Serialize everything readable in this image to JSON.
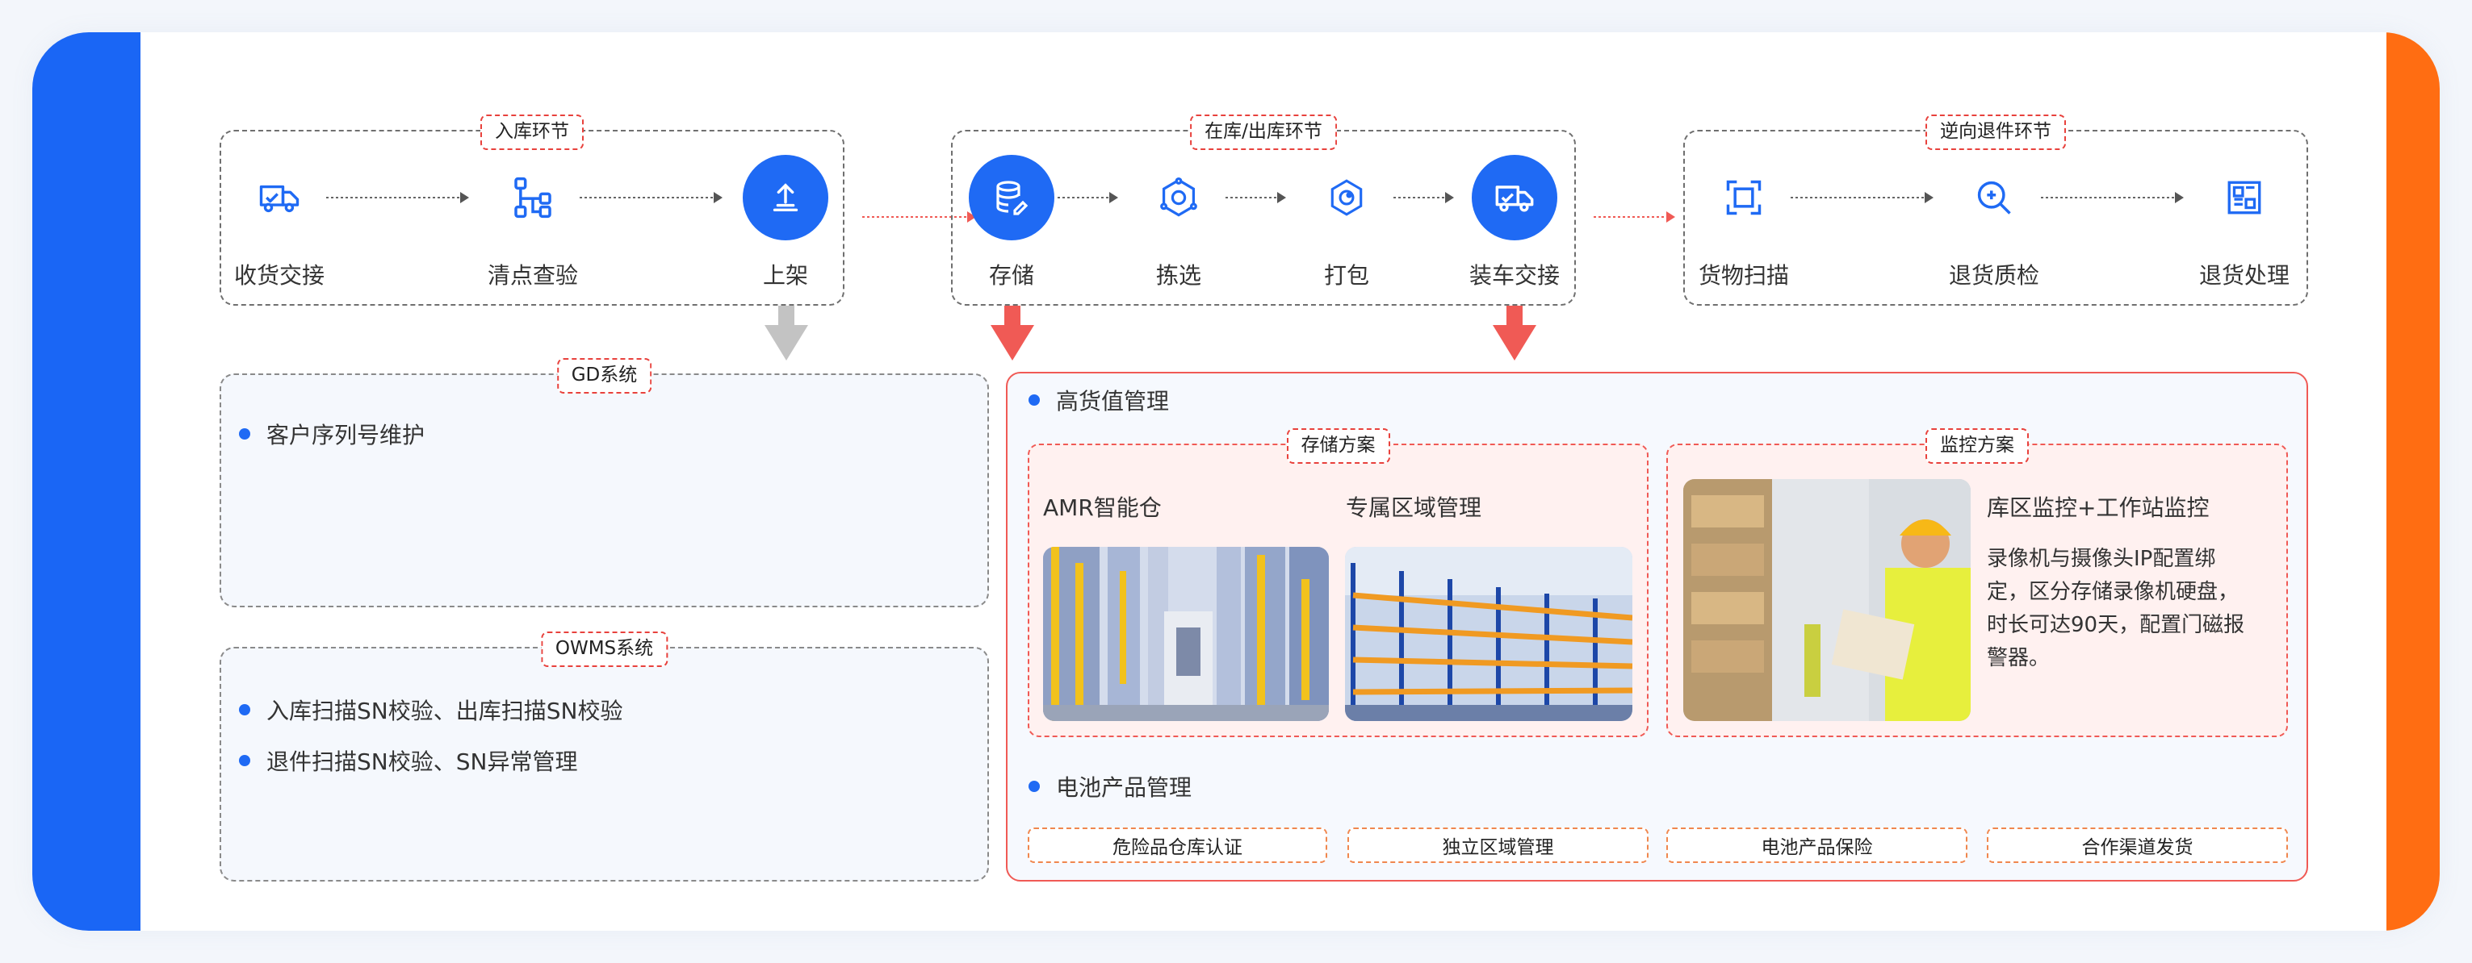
{
  "colors": {
    "blue": "#1a66f5",
    "orange": "#ff6d12",
    "red": "#f05a55"
  },
  "inbound": {
    "title": "入库环节",
    "nodes": [
      {
        "label": "收货交接",
        "icon": "truck-icon"
      },
      {
        "label": "清点查验",
        "icon": "flow-icon"
      },
      {
        "label": "上架",
        "icon": "upload-icon"
      }
    ]
  },
  "storage": {
    "title": "在库/出库环节",
    "nodes": [
      {
        "label": "存储",
        "icon": "database-icon"
      },
      {
        "label": "拣选",
        "icon": "cube-icon"
      },
      {
        "label": "打包",
        "icon": "package-icon"
      },
      {
        "label": "装车交接",
        "icon": "truck-icon"
      }
    ]
  },
  "reverse": {
    "title": "逆向退件环节",
    "nodes": [
      {
        "label": "货物扫描",
        "icon": "scan-icon"
      },
      {
        "label": "退货质检",
        "icon": "search-icon"
      },
      {
        "label": "退货处理",
        "icon": "grid-icon"
      }
    ]
  },
  "gd": {
    "title": "GD系统",
    "items": [
      "客户序列号维护"
    ]
  },
  "owms": {
    "title": "OWMS系统",
    "items": [
      "入库扫描SN校验、出库扫描SN校验",
      "退件扫描SN校验、SN异常管理"
    ]
  },
  "high_value": {
    "title": "高货值管理",
    "storage_plan": {
      "title": "存储方案",
      "items": [
        "AMR智能仓",
        "专属区域管理"
      ]
    },
    "monitor_plan": {
      "title": "监控方案",
      "heading": "库区监控+工作站监控",
      "lines": [
        "录像机与摄像头IP配置绑",
        "定，区分存储录像机硬盘，",
        "时长可达90天，配置门磁报",
        "警器。"
      ]
    }
  },
  "battery": {
    "title": "电池产品管理",
    "items": [
      "危险品仓库认证",
      "独立区域管理",
      "电池产品保险",
      "合作渠道发货"
    ]
  }
}
